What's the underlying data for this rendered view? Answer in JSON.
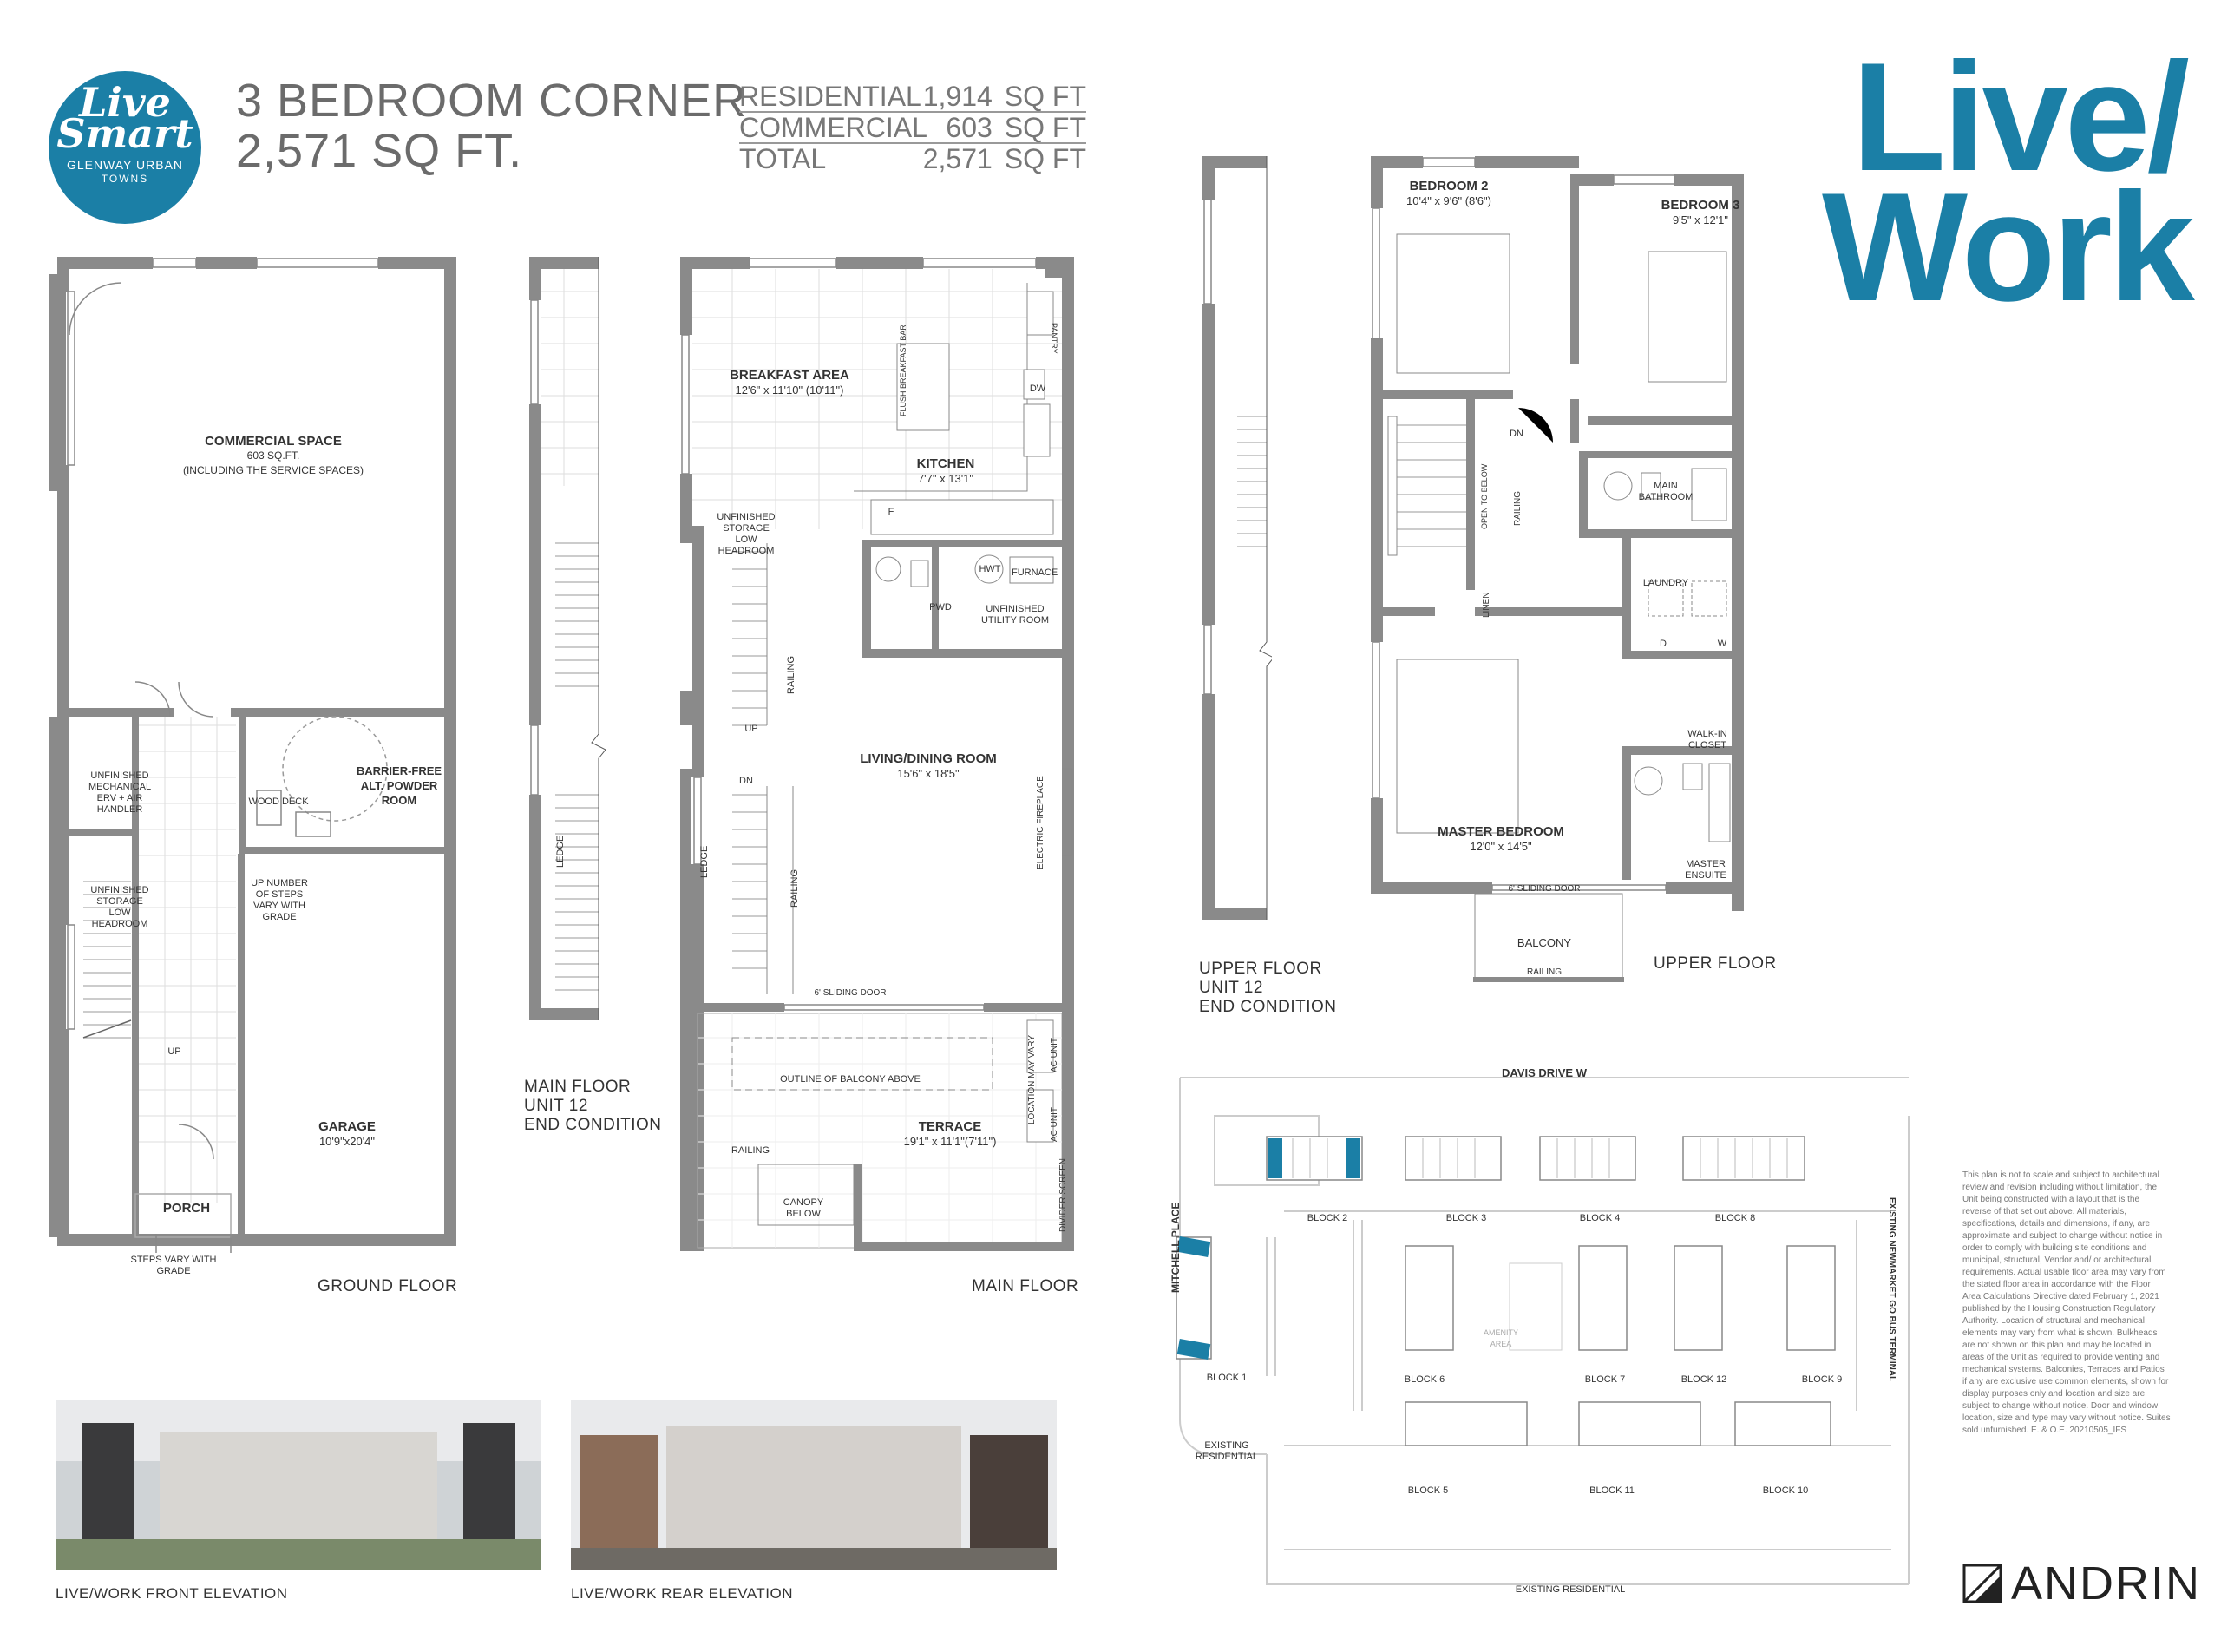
{
  "header": {
    "logo": {
      "line1": "Live",
      "line2": "Smart",
      "line3": "GLENWAY URBAN",
      "line4": "TOWNS"
    },
    "title_line1": "3 BEDROOM CORNER",
    "title_line2": "2,571 SQ FT.",
    "areas": [
      {
        "label": "RESIDENTIAL",
        "value": "1,914",
        "unit": "SQ FT"
      },
      {
        "label": "COMMERCIAL",
        "value": "603",
        "unit": "SQ FT"
      },
      {
        "label": "TOTAL",
        "value": "2,571",
        "unit": "SQ FT"
      }
    ],
    "brand_line1": "Live/",
    "brand_line2": "Work",
    "brand_color": "#1b7fa6"
  },
  "ground_floor": {
    "caption": "GROUND FLOOR",
    "commercial": {
      "name": "COMMERCIAL SPACE",
      "size": "603 SQ.FT.",
      "note": "(INCLUDING THE SERVICE SPACES)"
    },
    "mechanical": "UNFINISHED MECHANICAL ERV + AIR HANDLER",
    "storage": "UNFINISHED STORAGE LOW HEADROOM",
    "wood_deck": "WOOD DECK",
    "steps_note": "UP NUMBER OF STEPS VARY WITH GRADE",
    "powder": "BARRIER-FREE ALT. POWDER ROOM",
    "up": "UP",
    "garage": {
      "name": "GARAGE",
      "size": "10'9\"x20'4\""
    },
    "porch": "PORCH",
    "steps_vary": "STEPS VARY WITH GRADE"
  },
  "main_end": {
    "caption_line1": "MAIN FLOOR",
    "caption_line2": "UNIT 12",
    "caption_line3": "END CONDITION",
    "ledge": "LEDGE"
  },
  "main_floor": {
    "caption": "MAIN FLOOR",
    "breakfast": {
      "name": "BREAKFAST AREA",
      "size": "12'6\" x 11'10\" (10'11\")"
    },
    "breakfast_bar": "FLUSH BREAKFAST BAR",
    "pantry": "PANTRY",
    "dw": "DW",
    "kitchen": {
      "name": "KITCHEN",
      "size": "7'7\" x 13'1\""
    },
    "storage": "UNFINISHED STORAGE LOW HEADROOM",
    "f": "F",
    "pwd": "PWD",
    "hwt": "HWT",
    "furnace": "FURNACE",
    "utility": "UNFINISHED UTILITY ROOM",
    "railing": "RAILING",
    "up": "UP",
    "dn": "DN",
    "ledge": "LEDGE",
    "living": {
      "name": "LIVING/DINING ROOM",
      "size": "15'6\" x 18'5\""
    },
    "fireplace": "ELECTRIC FIREPLACE",
    "sliding": "6' SLIDING DOOR",
    "balcony_outline": "OUTLINE OF BALCONY ABOVE",
    "location_vary": "LOCATION MAY VARY",
    "ac_unit": "AC UNIT",
    "terrace": {
      "name": "TERRACE",
      "size": "19'1\" x 11'1\"(7'11\")"
    },
    "divider": "DIVIDER SCREEN",
    "canopy": "CANOPY BELOW"
  },
  "upper_end": {
    "caption_line1": "UPPER FLOOR",
    "caption_line2": "UNIT 12",
    "caption_line3": "END CONDITION"
  },
  "upper_floor": {
    "caption": "UPPER FLOOR",
    "bed2": {
      "name": "BEDROOM 2",
      "size": "10'4\" x 9'6\" (8'6\")"
    },
    "bed3": {
      "name": "BEDROOM 3",
      "size": "9'5\" x 12'1\""
    },
    "dn": "DN",
    "open_below": "OPEN TO BELOW",
    "railing": "RAILING",
    "bath": "MAIN BATHROOM",
    "linen": "LINEN",
    "laundry": "LAUNDRY",
    "d": "D",
    "w": "W",
    "closet": "WALK-IN CLOSET",
    "master": {
      "name": "MASTER BEDROOM",
      "size": "12'0\" x 14'5\""
    },
    "ensuite": "MASTER ENSUITE",
    "sliding": "6' SLIDING DOOR",
    "balcony": "BALCONY",
    "balcony_railing": "RAILING"
  },
  "site_plan": {
    "road_top": "DAVIS DRIVE W",
    "road_left": "MITCHELL PLACE",
    "road_right": "EXISTING NEWMARKET GO BUS TERMINAL",
    "existing_left": "EXISTING RESIDENTIAL",
    "existing_bottom": "EXISTING RESIDENTIAL",
    "amenity": "AMENITY AREA",
    "blocks": [
      "BLOCK 1",
      "BLOCK 2",
      "BLOCK 3",
      "BLOCK 4",
      "BLOCK 5",
      "BLOCK 6",
      "BLOCK 7",
      "BLOCK 8",
      "BLOCK 9",
      "BLOCK 10",
      "BLOCK 11",
      "BLOCK 12"
    ],
    "highlight_color": "#1b7fa6"
  },
  "elevations": {
    "front": "LIVE/WORK FRONT ELEVATION",
    "rear": "LIVE/WORK REAR ELEVATION"
  },
  "disclaimer": "This plan is not to scale and subject to architectural review and revision including without limitation, the Unit being constructed with a layout that is the reverse of that set out above. All materials, specifications, details and dimensions, if any, are approximate and subject to change without notice in order to comply with building site conditions and municipal, structural, Vendor and/ or architectural requirements. Actual usable floor area may vary from the stated floor area in accordance with the Floor Area Calculations Directive dated February 1, 2021 published by the Housing Construction Regulatory Authority. Location of structural and mechanical elements may vary from what is shown. Bulkheads are not shown on this plan and may be located in areas of the Unit as required to provide venting and mechanical systems. Balconies, Terraces and Patios if any are exclusive use common elements, shown for display purposes only and location and size are subject to change without notice. Door and window location, size and type may vary without notice. Suites sold unfurnished. E. & O.E. 20210505_IFS",
  "developer": "ANDRIN"
}
